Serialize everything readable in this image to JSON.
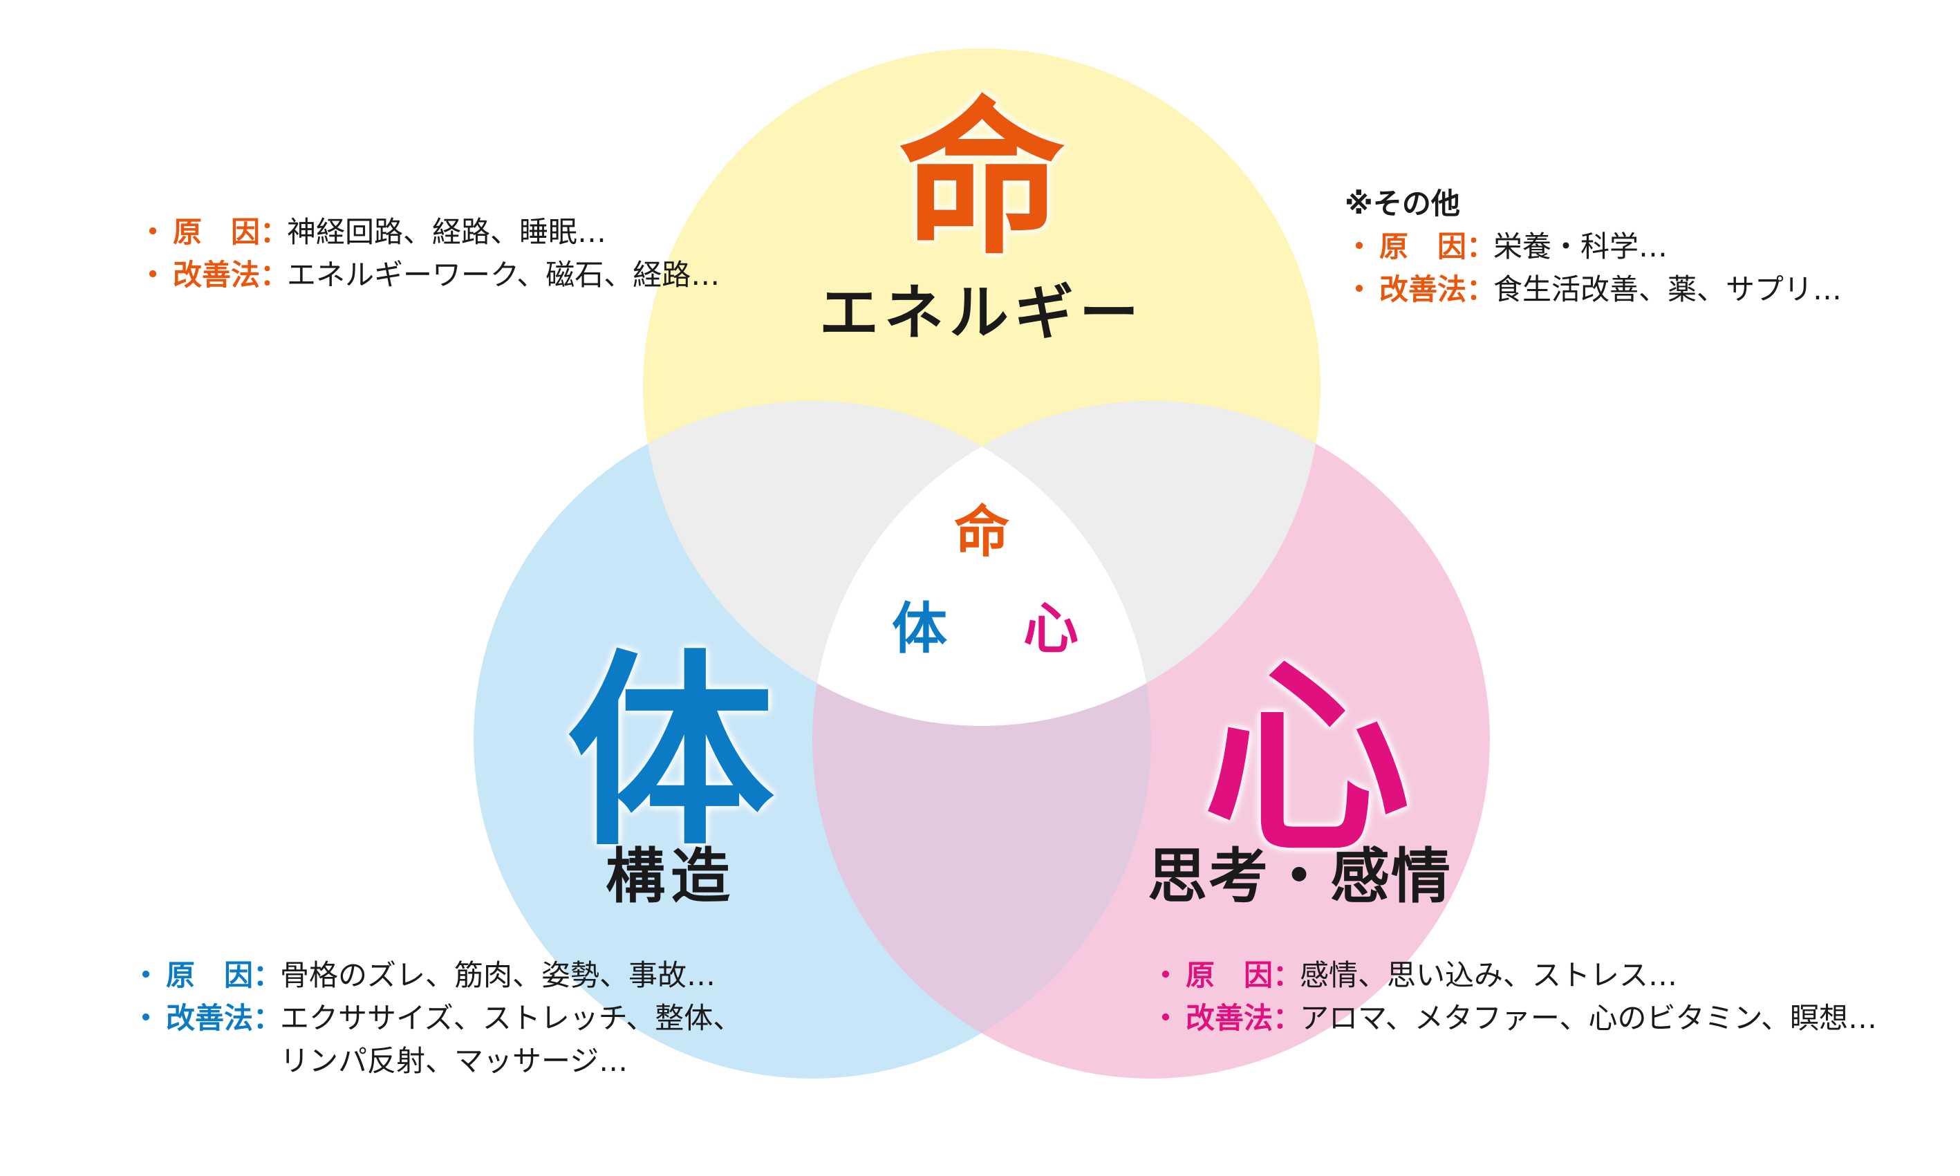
{
  "colors": {
    "inochi": "#e8570d",
    "karada": "#0a7bc4",
    "kokoro": "#e0117f",
    "circle_yellow": "#fdf6b8",
    "circle_blue": "#c7e6f8",
    "circle_pink": "#f6c9de",
    "overlap_gray": "#ecedec",
    "overlap_mauve": "#e2c9e0"
  },
  "circles": {
    "inochi": {
      "big": "命",
      "sub": "エネルギー"
    },
    "karada": {
      "big": "体",
      "sub": "構造"
    },
    "kokoro": {
      "big": "心",
      "sub": "思考・感情"
    }
  },
  "center": {
    "inochi": "命",
    "karada": "体",
    "kokoro": "心"
  },
  "notes": {
    "inochi": {
      "cause_label": "原　因：",
      "cause": "神経回路、経路、睡眠…",
      "method_label": "改善法：",
      "method": "エネルギーワーク、磁石、経路…"
    },
    "other": {
      "heading": "※その他",
      "cause_label": "原　因：",
      "cause": "栄養・科学…",
      "method_label": "改善法：",
      "method": "食生活改善、薬、サプリ…"
    },
    "karada": {
      "cause_label": "原　因：",
      "cause": "骨格のズレ、筋肉、姿勢、事故…",
      "method_label": "改善法：",
      "method": "エクササイズ、ストレッチ、整体、",
      "method_cont": "リンパ反射、マッサージ…"
    },
    "kokoro": {
      "cause_label": "原　因：",
      "cause": "感情、思い込み、ストレス…",
      "method_label": "改善法：",
      "method": "アロマ、メタファー、心のビタミン、瞑想…"
    }
  }
}
